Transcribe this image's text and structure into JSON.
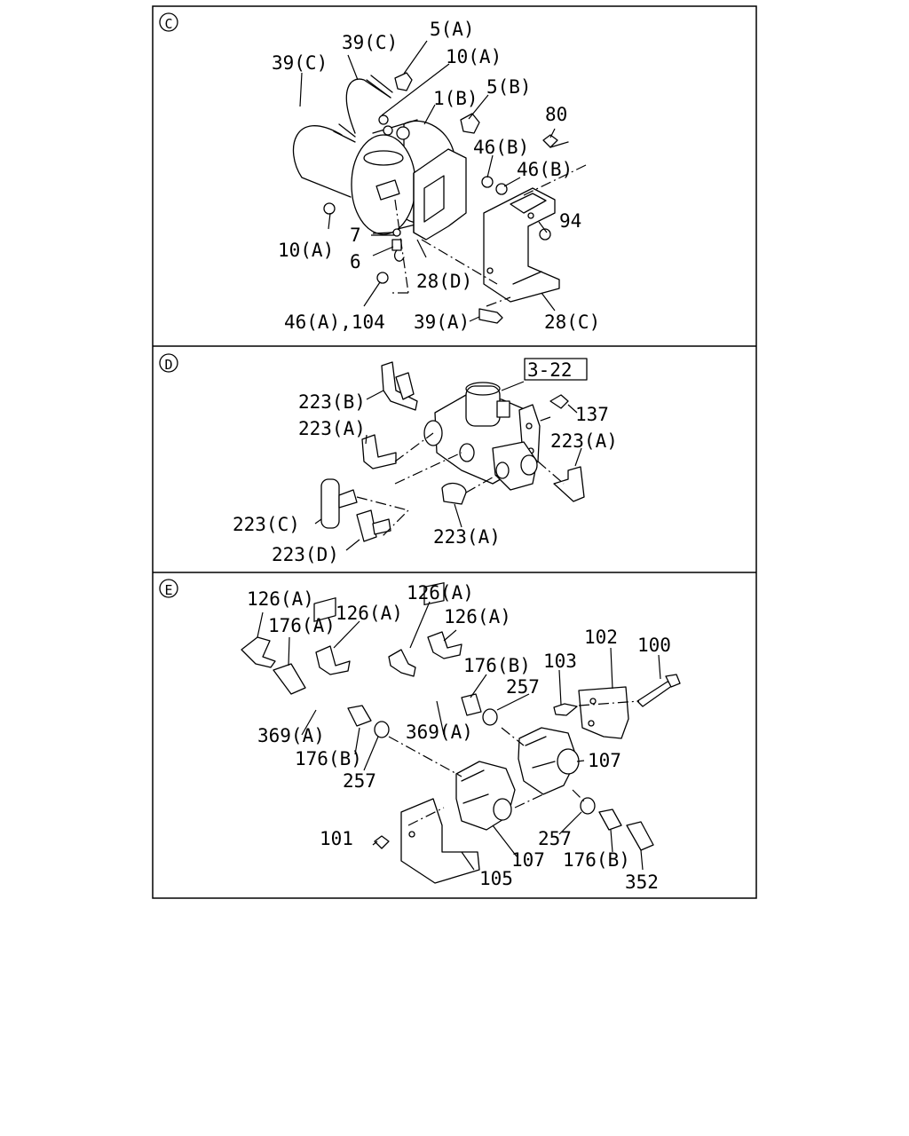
{
  "sections": [
    {
      "marker": "C",
      "labels": [
        "39(C)",
        "39(C)",
        "5(A)",
        "10(A)",
        "1(B)",
        "5(B)",
        "80",
        "46(B)",
        "46(B)",
        "94",
        "10(A)",
        "7",
        "6",
        "28(D)",
        "46(A),104",
        "39(A)",
        "28(C)"
      ]
    },
    {
      "marker": "D",
      "ref_box": "3-22",
      "labels": [
        "223(B)",
        "223(A)",
        "137",
        "223(A)",
        "223(C)",
        "223(D)",
        "223(A)"
      ]
    },
    {
      "marker": "E",
      "labels": [
        "126(A)",
        "176(A)",
        "126(A)",
        "126(A)",
        "126(A)",
        "102",
        "100",
        "176(B)",
        "103",
        "257",
        "369(A)",
        "369(A)",
        "176(B)",
        "257",
        "107",
        "101",
        "107",
        "257",
        "176(B)",
        "105",
        "352"
      ]
    }
  ]
}
